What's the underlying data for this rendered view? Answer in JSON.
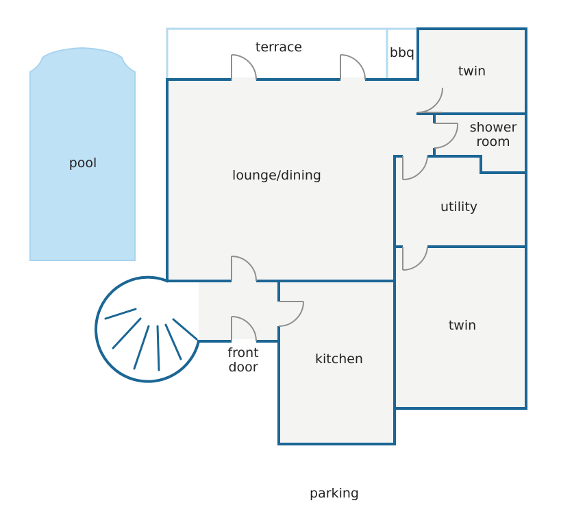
{
  "labels": {
    "terrace": "terrace",
    "bbq": "bbq",
    "twin_top": "twin",
    "shower_room_line1": "shower",
    "shower_room_line2": "room",
    "pool": "pool",
    "lounge_dining": "lounge/dining",
    "utility": "utility",
    "twin_bottom": "twin",
    "kitchen": "kitchen",
    "front_door_line1": "front",
    "front_door_line2": "door",
    "parking": "parking"
  },
  "colors": {
    "wall": "#1b6694",
    "terrace_outline": "#b3daf0",
    "pool": "#bfe1f5",
    "room_floor": "#f4f4f3",
    "door": "#8f8f8f"
  }
}
